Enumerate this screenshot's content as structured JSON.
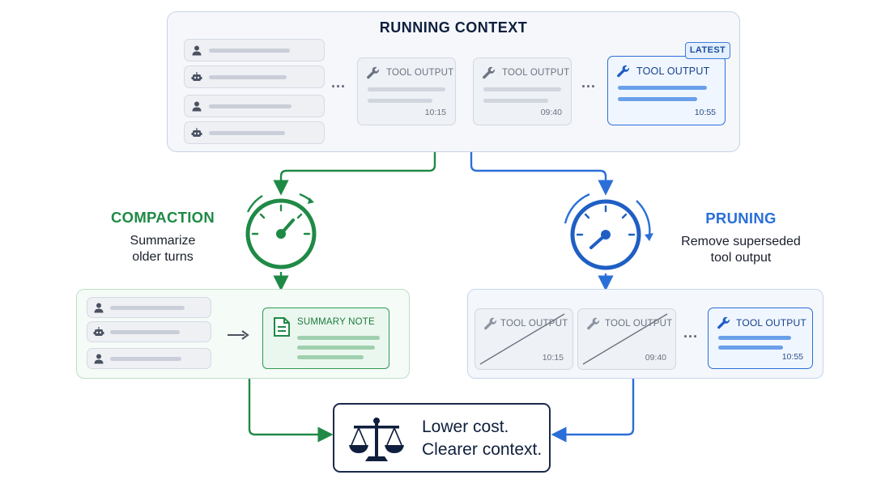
{
  "running_context": {
    "title": "RUNNING CONTEXT",
    "messages": [
      "user",
      "assistant",
      "user",
      "assistant"
    ],
    "tool_outputs": [
      {
        "label": "TOOL OUTPUT",
        "time": "10:15"
      },
      {
        "label": "TOOL OUTPUT",
        "time": "09:40"
      },
      {
        "label": "TOOL OUTPUT",
        "time": "10:55"
      }
    ],
    "latest_badge": "LATEST",
    "ellipsis": "..."
  },
  "compaction": {
    "title": "COMPACTION",
    "description_line1": "Summarize",
    "description_line2": "older turns",
    "summary_label": "SUMMARY NOTE"
  },
  "pruning": {
    "title": "PRUNING",
    "description_line1": "Remove superseded",
    "description_line2": "tool output",
    "tool_outputs": [
      {
        "label": "TOOL OUTPUT",
        "time": "10:15"
      },
      {
        "label": "TOOL OUTPUT",
        "time": "09:40"
      },
      {
        "label": "TOOL OUTPUT",
        "time": "10:55"
      }
    ],
    "ellipsis": "..."
  },
  "result": {
    "line1": "Lower cost.",
    "line2": "Clearer context."
  },
  "colors": {
    "compaction": "#1f8a46",
    "pruning": "#2a6fd8",
    "result_border": "#1b2a4a"
  },
  "icons": [
    "user-icon",
    "robot-icon",
    "wrench-icon",
    "document-icon",
    "gauge-icon",
    "scale-icon",
    "arrow-right-icon"
  ]
}
